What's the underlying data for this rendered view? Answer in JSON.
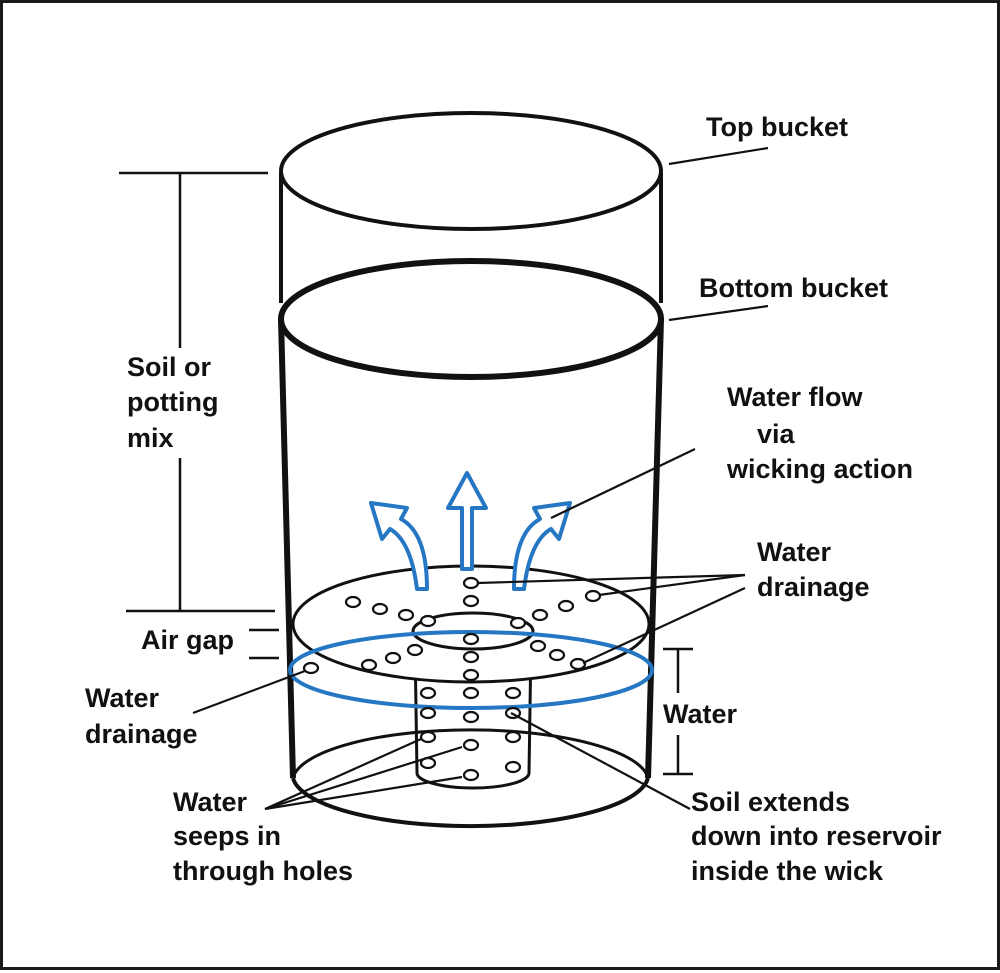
{
  "colors": {
    "line": "#111111",
    "accent": "#2577c4",
    "background": "#ffffff"
  },
  "labels": {
    "top_bucket": "Top bucket",
    "bottom_bucket": "Bottom bucket",
    "soil_1": "Soil or",
    "soil_2": "potting",
    "soil_3": "mix",
    "flow_1": "Water flow",
    "flow_2": "via",
    "flow_3": "wicking action",
    "drain_right_1": "Water",
    "drain_right_2": "drainage",
    "air_gap": "Air gap",
    "drain_left_1": "Water",
    "drain_left_2": "drainage",
    "water": "Water",
    "seeps_1": "Water",
    "seeps_2": "seeps in",
    "seeps_3": "through holes",
    "soil_ext_1": "Soil extends",
    "soil_ext_2": "down into reservoir",
    "soil_ext_3": "inside the wick"
  }
}
